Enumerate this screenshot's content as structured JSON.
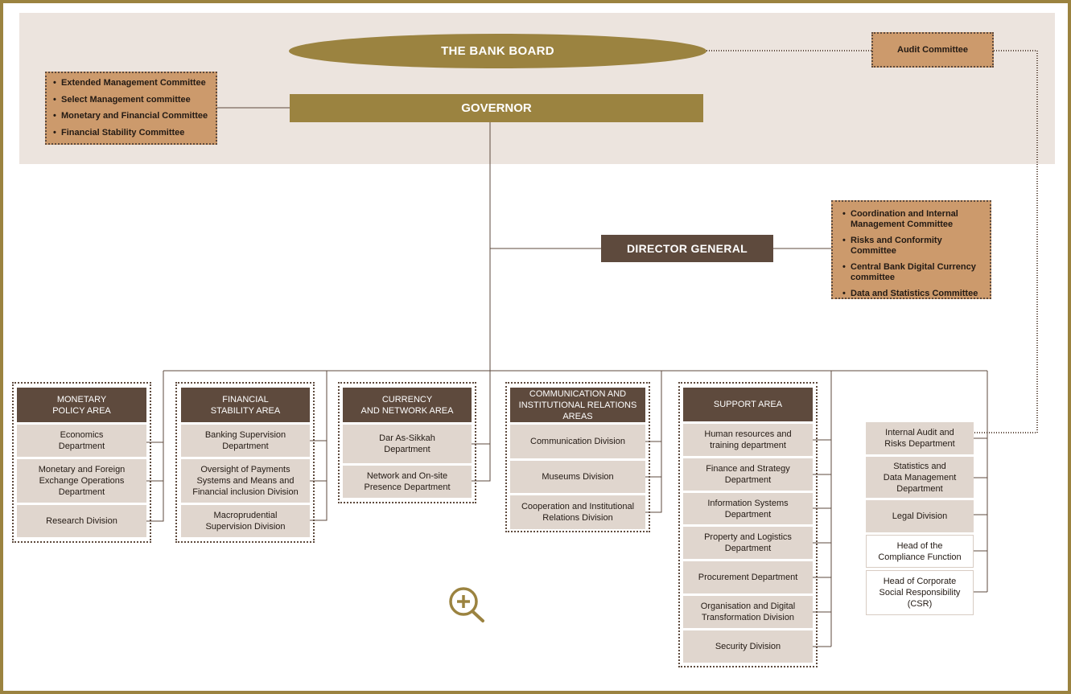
{
  "board": "THE BANK BOARD",
  "governor": "GOVERNOR",
  "director_general": "DIRECTOR GENERAL",
  "audit_committee": "Audit Committee",
  "governor_committees": [
    "Extended Management Committee",
    "Select Management committee",
    "Monetary and Financial Committee",
    "Financial Stability Committee"
  ],
  "dg_committees": [
    "Coordination and Internal Management Committee",
    "Risks and Conformity Committee",
    "Central Bank Digital Currency committee",
    "Data and Statistics Committee"
  ],
  "areas": {
    "monetary": {
      "title": "MONETARY\nPOLICY AREA",
      "units": [
        "Economics\nDepartment",
        "Monetary and Foreign\nExchange Operations\nDepartment",
        "Research Division"
      ]
    },
    "financial": {
      "title": "FINANCIAL\nSTABILITY AREA",
      "units": [
        "Banking Supervision\nDepartment",
        "Oversight of Payments\nSystems and Means and\nFinancial inclusion Division",
        "Macroprudential\nSupervision Division"
      ]
    },
    "currency": {
      "title": "CURRENCY\nAND NETWORK AREA",
      "units": [
        "Dar As-Sikkah\nDepartment",
        "Network and On-site\nPresence Department"
      ]
    },
    "communication": {
      "title": "COMMUNICATION AND\nINSTITUTIONAL RELATIONS AREAS",
      "units": [
        "Communication Division",
        "Museums Division",
        "Cooperation and Institutional\nRelations Division"
      ]
    },
    "support": {
      "title": "SUPPORT AREA",
      "units": [
        "Human resources and\ntraining department",
        "Finance and Strategy\nDepartment",
        "Information Systems\nDepartment",
        "Property and Logistics\nDepartment",
        "Procurement Department",
        "Organisation and Digital\nTransformation Division",
        "Security Division"
      ]
    }
  },
  "dg_units": [
    "Internal Audit and\nRisks Department",
    "Statistics and\nData Management\nDepartment",
    "Legal Division",
    "Head of the\nCompliance Function",
    "Head of Corporate\nSocial Responsibility\n(CSR)"
  ],
  "colors": {
    "gold": "#9b8340",
    "brown": "#5e4a3d",
    "tan": "#cc9a6c",
    "cell": "#e0d6ce",
    "band": "#ece4de"
  },
  "icons": {
    "zoom": "zoom-in-icon"
  }
}
